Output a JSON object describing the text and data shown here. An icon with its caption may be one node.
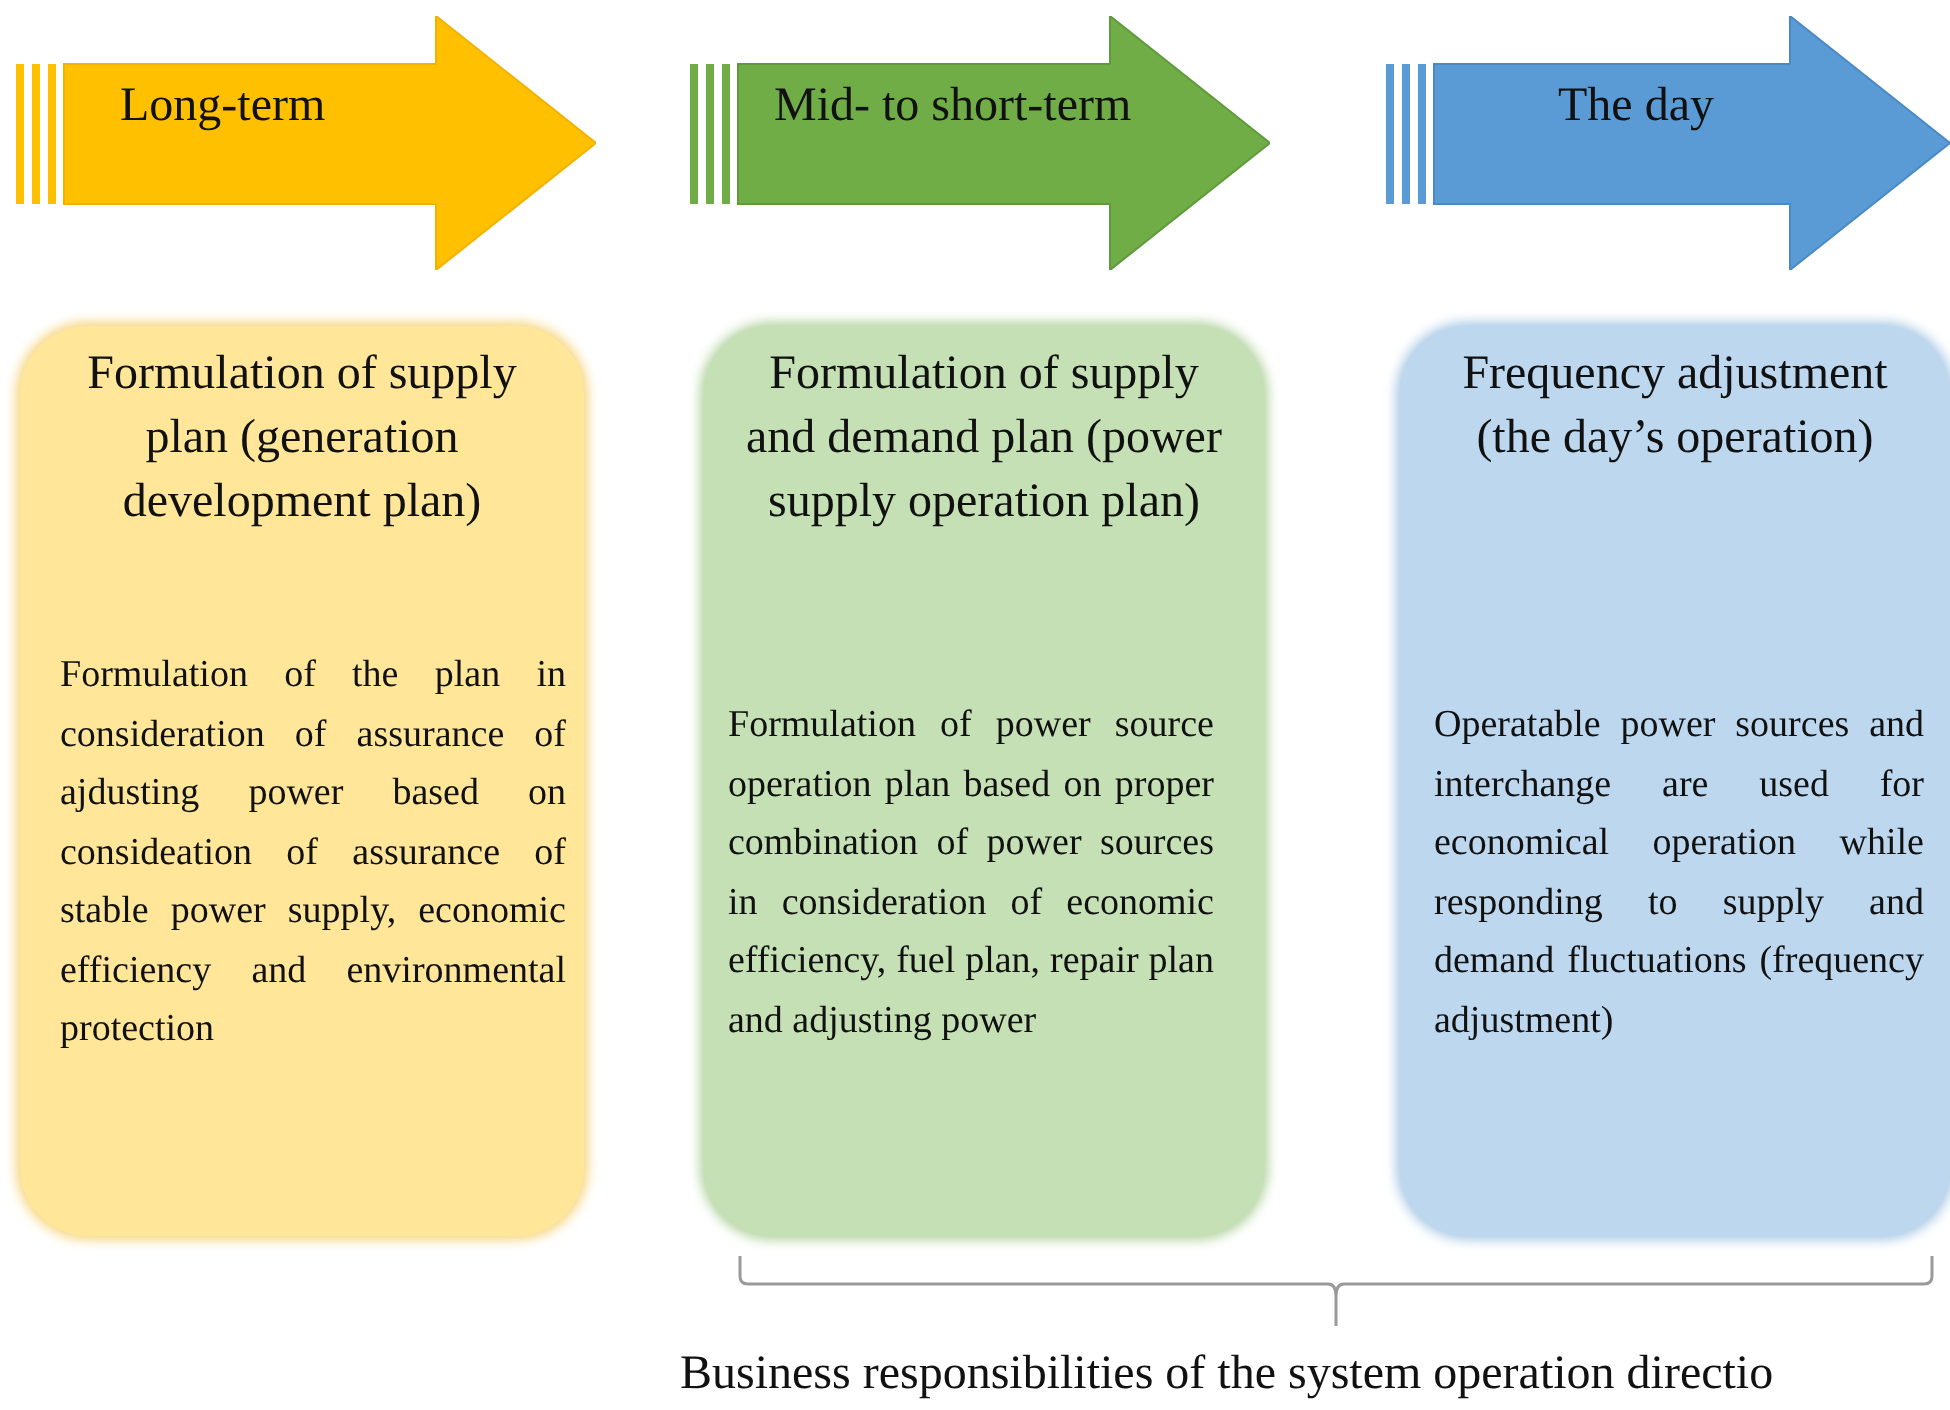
{
  "diagram": {
    "nodes": [
      {
        "text": [
          "Long-term"
        ]
      },
      {
        "text": [
          "Mid- to short-term"
        ]
      },
      {
        "text": [
          "The day"
        ]
      },
      {
        "text": [
          "Formulation of supply plan (generation development plan)",
          "Formulation of the plan in consideration of assurance of ajdusting power based on consideation of assurance of stable power supply, economic efficiency and environmental protection"
        ]
      },
      {
        "text": [
          "Formulation of supply and demand plan (power supply operation plan)",
          "Formulation of power source operation plan based on proper combination of power sources in consideration of economic efficiency, fuel plan, repair plan and adjusting power"
        ]
      },
      {
        "text": [
          "Frequency adjustment (the day’s operation)",
          "Operatable power sources and interchange are used for economical operation while responding to supply and demand fluctuations (frequency adjustment)"
        ]
      }
    ],
    "labels": [
      "Business responsibilities of the system operation directio"
    ]
  }
}
